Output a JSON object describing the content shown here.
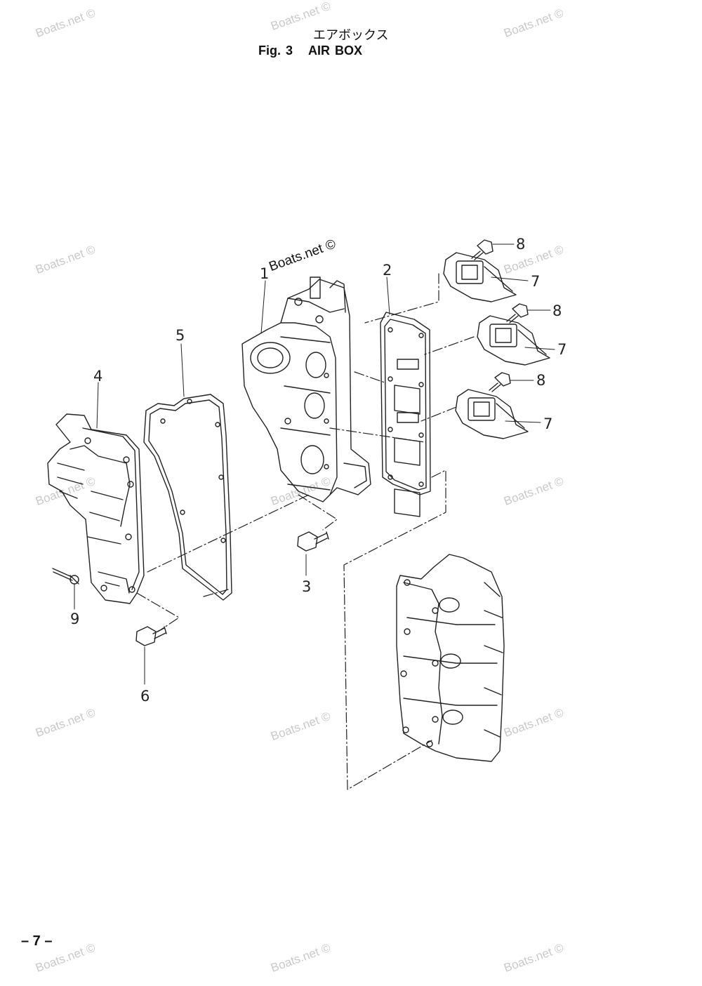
{
  "header": {
    "title_jp": "エアボックス",
    "figure_label": "Fig. 3",
    "figure_title": "AIR BOX"
  },
  "watermark": "Boats.net ©",
  "callouts": {
    "c1": "1",
    "c2": "2",
    "c3": "3",
    "c4": "4",
    "c5": "5",
    "c6": "6",
    "c7a": "7",
    "c7b": "7",
    "c7c": "7",
    "c8a": "8",
    "c8b": "8",
    "c8c": "8",
    "c9": "9"
  },
  "footer": {
    "page_number": "– 7 –"
  }
}
